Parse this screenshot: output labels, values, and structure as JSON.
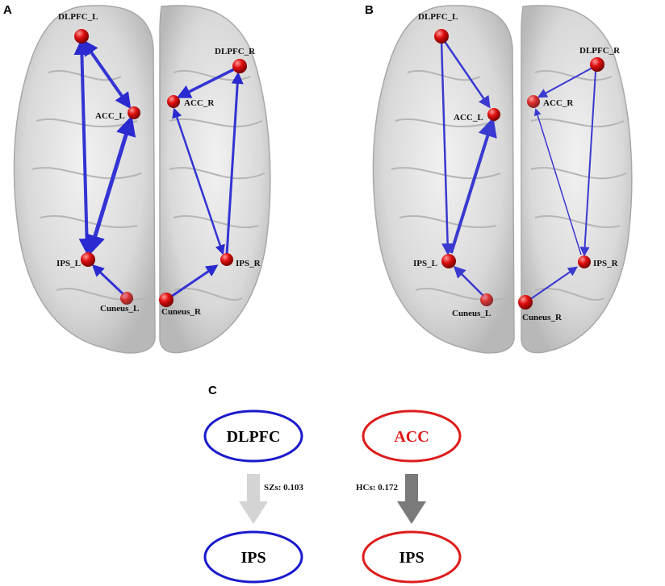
{
  "panels": {
    "a": {
      "letter": "A",
      "regions": {
        "dlpfc_l": "DLPFC_L",
        "acc_l": "ACC_L",
        "ips_l": "IPS_L",
        "cuneus_l": "Cuneus_L",
        "dlpfc_r": "DLPFC_R",
        "acc_r": "ACC_R",
        "ips_r": "IPS_R",
        "cuneus_r": "Cuneus_R"
      }
    },
    "b": {
      "letter": "B",
      "regions": {
        "dlpfc_l": "DLPFC_L",
        "acc_l": "ACC_L",
        "ips_l": "IPS_L",
        "cuneus_l": "Cuneus_L",
        "dlpfc_r": "DLPFC_R",
        "acc_r": "ACC_R",
        "ips_r": "IPS_R",
        "cuneus_r": "Cuneus_R"
      }
    },
    "c": {
      "letter": "C",
      "left": {
        "top": "DLPFC",
        "bottom": "IPS",
        "label": "SZs: 0.103",
        "color": "#1a1acc",
        "arrow_color": "#d4d4d4"
      },
      "right": {
        "top": "ACC",
        "bottom": "IPS",
        "label": "HCs: 0.172",
        "color": "#dd1c1c",
        "arrow_color": "#7a7a7a"
      }
    }
  },
  "colors": {
    "node": "#e01010",
    "edge": "#3a3ad0",
    "brain": "#cfcfcf"
  }
}
